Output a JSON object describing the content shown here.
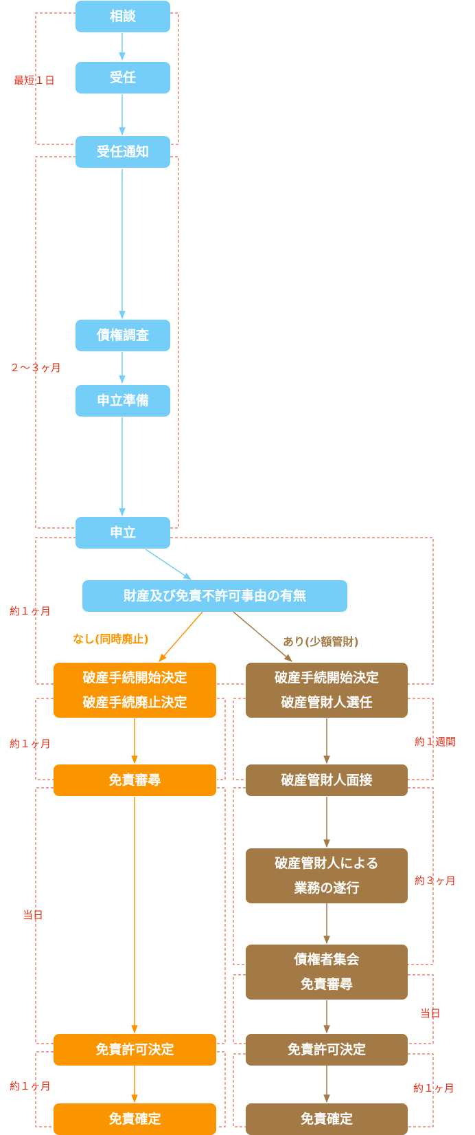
{
  "colors": {
    "blue": "#74cef8",
    "orange": "#fa9500",
    "brown": "#a37a46",
    "dashed": "#e8634a",
    "label_red": "#e62e16"
  },
  "steps": {
    "consult": "相談",
    "accept": "受任",
    "notice": "受任通知",
    "investigation": "債権調査",
    "preparation": "申立準備",
    "filing": "申立",
    "question": "財産及び免責不許可事由の有無"
  },
  "branches": {
    "none_label": "なし(同時廃止)",
    "exists_label": "あり(少額管財)"
  },
  "left_path": {
    "start_line1": "破産手続開始決定",
    "start_line2": "破産手続廃止決定",
    "hearing": "免責審尋",
    "permit": "免責許可決定",
    "final": "免責確定"
  },
  "right_path": {
    "start_line1": "破産手続開始決定",
    "start_line2": "破産管財人選任",
    "interview": "破産管財人面接",
    "work_line1": "破産管財人による",
    "work_line2": "業務の遂行",
    "meeting_line1": "債権者集会",
    "meeting_line2": "免責審尋",
    "permit": "免責許可決定",
    "final": "免責確定"
  },
  "durations": {
    "shortest_day": "最短１日",
    "two_three_months": "２～３ヶ月",
    "about_month_1": "約１ヶ月",
    "about_month_2": "約１ヶ月",
    "same_day_left": "当日",
    "about_month_3": "約１ヶ月",
    "about_week": "約１週間",
    "about_three_months": "約３ヶ月",
    "same_day_right": "当日",
    "about_month_right": "約１ヶ月"
  }
}
